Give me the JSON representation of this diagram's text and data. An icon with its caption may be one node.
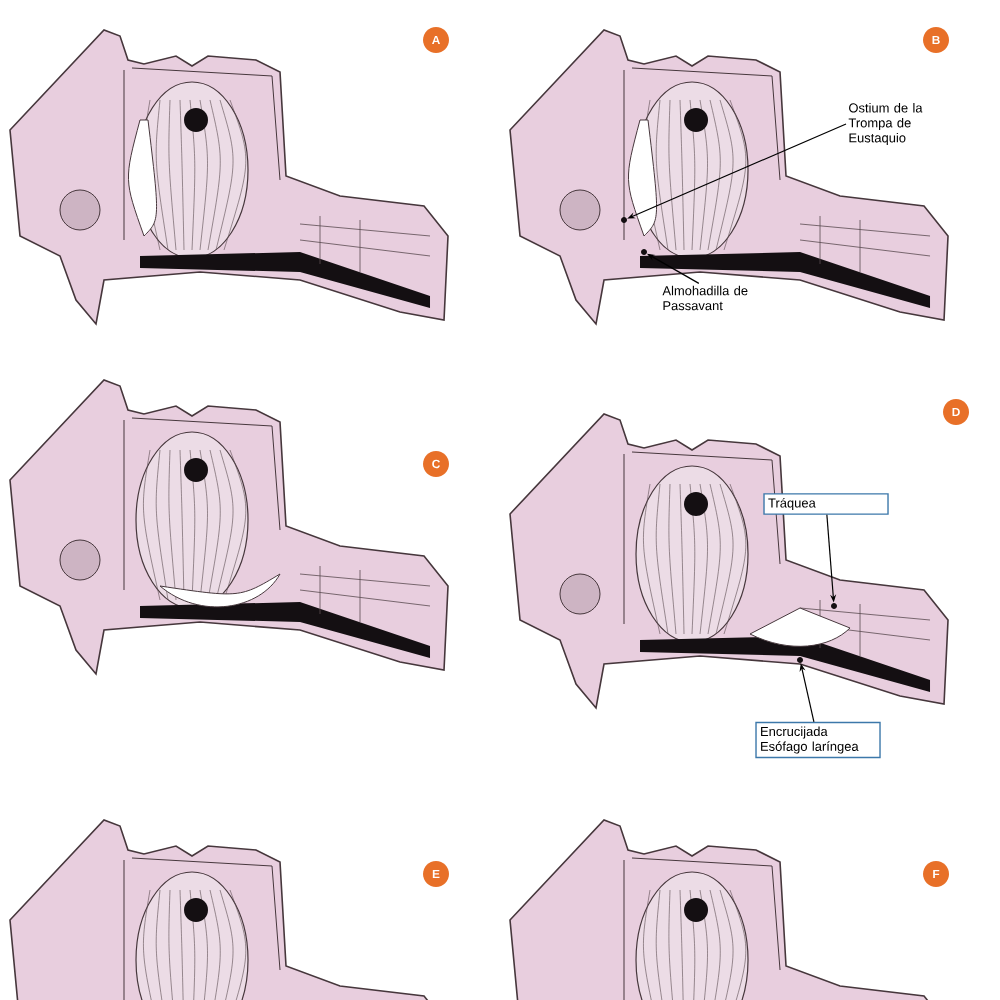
{
  "diagram": {
    "nodes": [
      {
        "text": [
          "Ostium de la Trompa de Eustaquio"
        ]
      },
      {
        "text": [],
        "shape": "circle"
      },
      {
        "text": [
          "Almohadilla de Passavant"
        ]
      },
      {
        "text": [],
        "shape": "circle"
      },
      {
        "text": [
          "Tráquea"
        ]
      },
      {
        "text": [],
        "shape": "circle"
      },
      {
        "text": [
          "Encrucijada Esófago laríngea"
        ]
      },
      {
        "text": [],
        "shape": "circle"
      }
    ],
    "edges": [
      {
        "from": 0,
        "to": 1,
        "arrow": "to"
      },
      {
        "from": 2,
        "to": 3,
        "arrow": "to"
      },
      {
        "from": 4,
        "to": 5,
        "arrow": "to"
      },
      {
        "from": 6,
        "to": 7,
        "arrow": "to"
      }
    ],
    "labels": [
      "A",
      "B",
      "C",
      "D",
      "E",
      "F"
    ]
  }
}
